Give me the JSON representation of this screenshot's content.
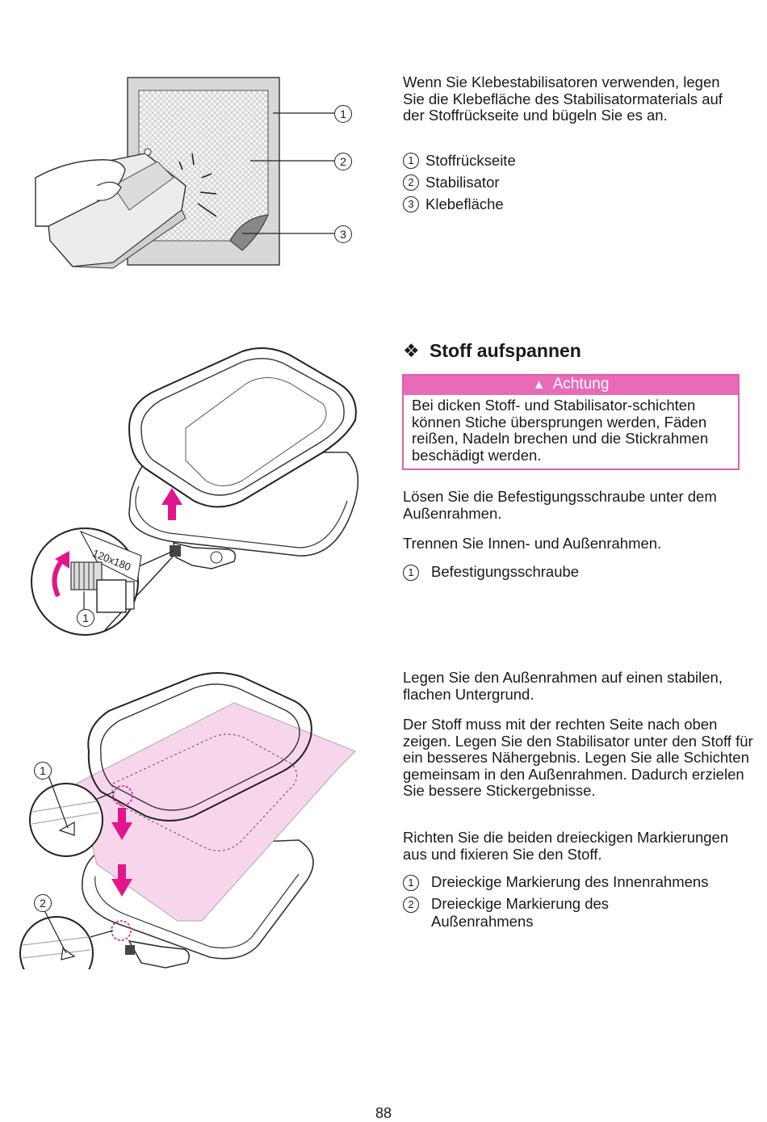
{
  "section1": {
    "paragraph": "Wenn Sie Klebestabilisatoren verwenden, legen Sie die Klebefläche des Stabilisatormaterials auf der Stoffrückseite und bügeln Sie es an.",
    "legend": [
      {
        "num": "1",
        "label": "Stoffrückseite"
      },
      {
        "num": "2",
        "label": "Stabilisator"
      },
      {
        "num": "3",
        "label": "Klebefläche"
      }
    ],
    "callouts": [
      "1",
      "2",
      "3"
    ]
  },
  "section2": {
    "heading_symbol": "❖",
    "heading": "Stoff aufspannen",
    "caution_title": "Achtung",
    "caution_icon": "warning-triangle-icon",
    "caution_text": "Bei dicken Stoff- und Stabilisator-schichten können Stiche übersprungen werden, Fäden reißen, Nadeln brechen und die Stickrahmen beschädigt werden.",
    "paragraph1": "Lösen Sie die Befestigungsschraube unter dem Außenrahmen.",
    "paragraph2": "Trennen Sie Innen- und Außenrahmen.",
    "legend": [
      {
        "num": "1",
        "label": "Befestigungsschraube"
      }
    ],
    "hoop_label": "120x180",
    "callouts": [
      "1"
    ]
  },
  "section3": {
    "paragraph1": "Legen Sie den Außenrahmen auf einen stabilen, flachen Untergrund.",
    "paragraph2": "Der Stoff muss mit der rechten Seite nach oben zeigen. Legen Sie den Stabilisator unter den Stoff für ein besseres Nähergebnis. Legen Sie alle Schichten gemeinsam in den Außenrahmen. Dadurch erzielen Sie bessere Stickergebnisse.",
    "paragraph3": "Richten Sie die beiden dreieckigen Markierungen aus und fixieren Sie den Stoff.",
    "legend": [
      {
        "num": "1",
        "label": "Dreieckige Markierung des Innenrahmens"
      },
      {
        "num": "2",
        "label": "Dreieckige Markierung des Außenrahmens"
      }
    ],
    "callouts": [
      "1",
      "2"
    ]
  },
  "page_number": "88",
  "colors": {
    "accent_pink": "#e2168c",
    "caution_pink": "#e96bb8",
    "fabric_pink": "#f7d6ec"
  }
}
